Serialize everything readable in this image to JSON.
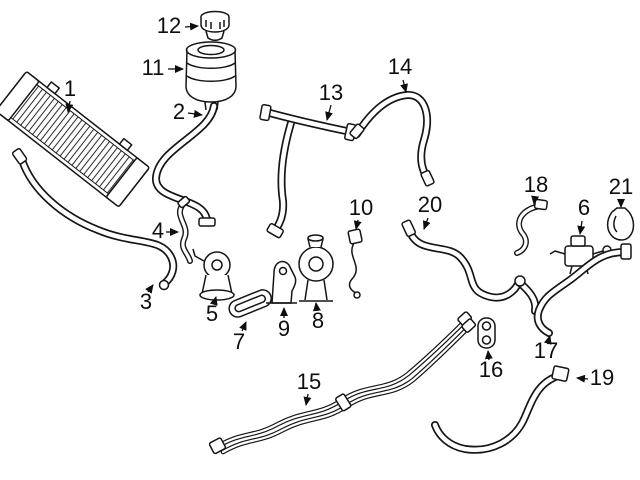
{
  "diagram": {
    "kind": "parts-diagram",
    "subject": "Cooling system line-art diagram: radiator, expansion tank, cap, hoses, pumps and clamps with numbered callouts",
    "background_color": "#ffffff",
    "line_color": "#151515",
    "parts": [
      {
        "number": 1,
        "label": "1"
      },
      {
        "number": 2,
        "label": "2"
      },
      {
        "number": 3,
        "label": "3"
      },
      {
        "number": 4,
        "label": "4"
      },
      {
        "number": 5,
        "label": "5"
      },
      {
        "number": 6,
        "label": "6"
      },
      {
        "number": 7,
        "label": "7"
      },
      {
        "number": 8,
        "label": "8"
      },
      {
        "number": 9,
        "label": "9"
      },
      {
        "number": 10,
        "label": "10"
      },
      {
        "number": 11,
        "label": "11"
      },
      {
        "number": 12,
        "label": "12"
      },
      {
        "number": 13,
        "label": "13"
      },
      {
        "number": 14,
        "label": "14"
      },
      {
        "number": 15,
        "label": "15"
      },
      {
        "number": 16,
        "label": "16"
      },
      {
        "number": 17,
        "label": "17"
      },
      {
        "number": 18,
        "label": "18"
      },
      {
        "number": 19,
        "label": "19"
      },
      {
        "number": 20,
        "label": "20"
      },
      {
        "number": 21,
        "label": "21"
      }
    ]
  }
}
